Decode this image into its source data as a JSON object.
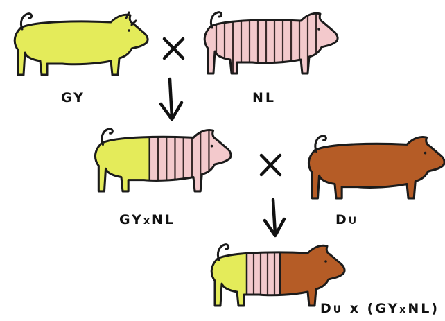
{
  "labels": {
    "gy": "GY",
    "nl": "NL",
    "gyxnl_a": "GY",
    "gyxnl_x": "x",
    "gyxnl_b": "NL",
    "du_a": "D",
    "du_b": "U",
    "final_a": "D",
    "final_b": "U",
    "final_c": "x (GY",
    "final_x": "x",
    "final_d": "NL)"
  },
  "colors": {
    "gy_yellow": "#e4eb5a",
    "nl_pink": "#f3c9cc",
    "du_brown": "#b55c26",
    "ink": "#1b1b1b"
  },
  "icons": [
    "pig-icon",
    "cross-icon",
    "down-arrow-icon",
    "tail-curl-icon"
  ]
}
